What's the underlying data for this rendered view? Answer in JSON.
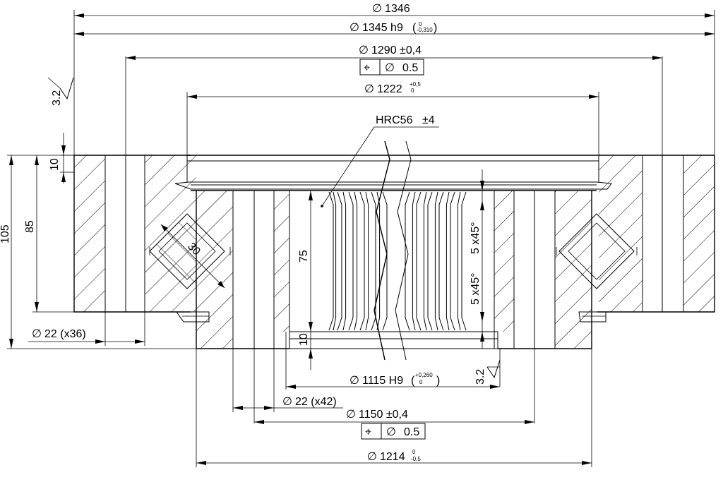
{
  "drawing": {
    "top_dims": {
      "d1346": "1346",
      "d1345": "1345 h9",
      "d1345_tol_upper": "0",
      "d1345_tol_lower": "-0,310",
      "d1290": "1290 ±0,4",
      "d1290_pos_tol": "0.5",
      "d1222": "1222",
      "d1222_tol_upper": "+0,5",
      "d1222_tol_lower": "0"
    },
    "hardness": {
      "label": "HRC56",
      "tol": "±4"
    },
    "left_dims": {
      "roughness": "3.2",
      "h10_top": "10",
      "h105": "105",
      "h85": "85",
      "angle30": "30",
      "holes_outer": "22 (x36)"
    },
    "center_dims": {
      "h75": "75",
      "h10_bottom": "10",
      "chamfer_top": "5 x45°",
      "chamfer_bottom": "5 x45°",
      "roughness_right": "3.2"
    },
    "bottom_dims": {
      "d1115": "1115 H9",
      "d1115_tol_upper": "+0,260",
      "d1115_tol_lower": "0",
      "holes_inner": "22 (x42)",
      "d1150": "1150 ±0,4",
      "d1150_pos_tol": "0.5",
      "d1214": "1214",
      "d1214_tol_upper": "0",
      "d1214_tol_lower": "-0,5"
    },
    "symbols": {
      "diameter": "∅",
      "position": "⌖"
    }
  }
}
